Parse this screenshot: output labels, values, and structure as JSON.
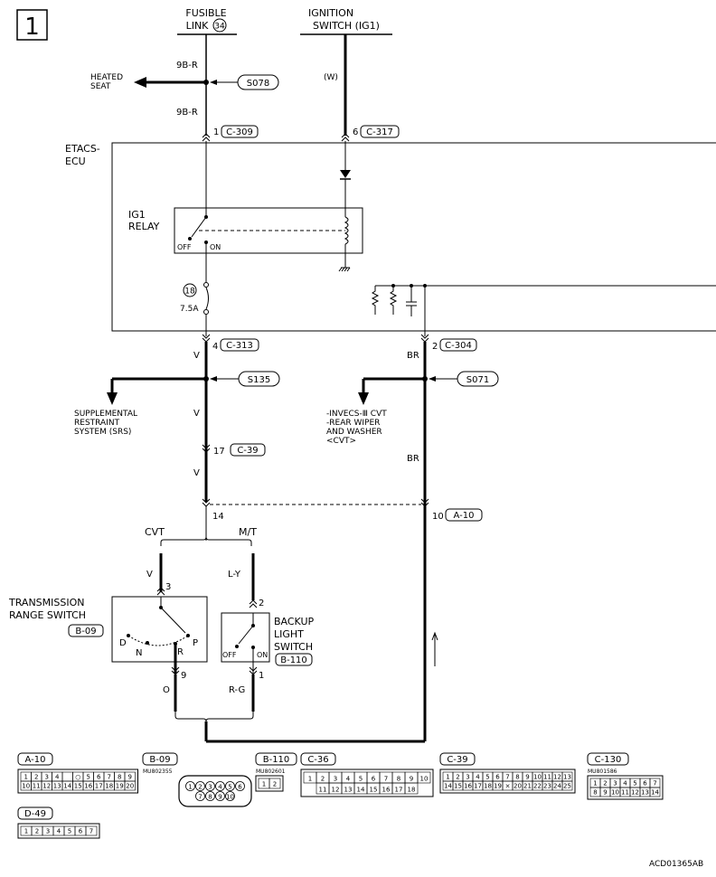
{
  "page_number": "1",
  "labels": {
    "fusible_link_line1": "FUSIBLE",
    "fusible_link_line2": "LINK",
    "fusible_link_num": "34",
    "ignition_line1": "IGNITION",
    "ignition_line2": "SWITCH (IG1)",
    "wire_9br_top": "9B-R",
    "wire_9br_bottom": "9B-R",
    "wire_w": "(W)",
    "heated_seat_line1": "HEATED",
    "heated_seat_line2": "SEAT",
    "splice_s078": "S078",
    "conn_c309_pin": "1",
    "conn_c309": "C-309",
    "conn_c317_pin": "6",
    "conn_c317": "C-317",
    "etacs_line1": "ETACS-",
    "etacs_line2": "ECU",
    "ig1_relay_line1": "IG1",
    "ig1_relay_line2": "RELAY",
    "relay_off": "OFF",
    "relay_on": "ON",
    "fuse_num": "18",
    "fuse_rating": "7.5A",
    "conn_c313_pin": "4",
    "conn_c313": "C-313",
    "conn_c304_pin": "2",
    "conn_c304": "C-304",
    "wire_v_1": "V",
    "wire_br_1": "BR",
    "splice_s135": "S135",
    "splice_s071": "S071",
    "srs_line1": "SUPPLEMENTAL",
    "srs_line2": "RESTRAINT",
    "srs_line3": "SYSTEM (SRS)",
    "invecs_line1": "-INVECS-Ⅲ CVT",
    "invecs_line2": "-REAR WIPER",
    "invecs_line3": "AND WASHER",
    "invecs_line4": "<CVT>",
    "wire_v_2": "V",
    "conn_c39_pin": "17",
    "conn_c39": "C-39",
    "wire_v_3": "V",
    "wire_br_2": "BR",
    "junction_pin14": "14",
    "conn_a10_pin": "10",
    "conn_a10": "A-10",
    "cvt": "CVT",
    "mt": "M/T",
    "wire_v_4": "V",
    "wire_ly": "L-Y",
    "trs_pin3": "3",
    "backup_pin2": "2",
    "trs_line1": "TRANSMISSION",
    "trs_line2": "RANGE SWITCH",
    "trs_conn": "B-09",
    "backup_line1": "BACKUP",
    "backup_line2": "LIGHT",
    "backup_line3": "SWITCH",
    "backup_conn": "B-110",
    "trs_d": "D",
    "trs_n": "N",
    "trs_r": "R",
    "trs_p": "P",
    "bl_off": "OFF",
    "bl_on": "ON",
    "trs_pin9": "9",
    "backup_pin1": "1",
    "wire_o": "O",
    "wire_rg": "R-G",
    "figure_code": "ACD01365AB"
  },
  "connectors": [
    {
      "id": "A-10",
      "part": "",
      "rows": [
        [
          "1",
          "2",
          "3",
          "4",
          "",
          "○",
          "5",
          "6",
          "7",
          "8",
          "9"
        ],
        [
          "10",
          "11",
          "12",
          "13",
          "14",
          "15",
          "16",
          "17",
          "18",
          "19",
          "20"
        ]
      ]
    },
    {
      "id": "B-09",
      "part": "MU802355",
      "rows": [
        [
          "1",
          "2",
          "3",
          "4",
          "5",
          "6"
        ],
        [
          "7",
          "8",
          "9",
          "10"
        ]
      ]
    },
    {
      "id": "B-110",
      "part": "MU802601",
      "rows": [
        [
          "1",
          "2"
        ]
      ]
    },
    {
      "id": "C-36",
      "part": "",
      "rows": [
        [
          "1",
          "2",
          "3",
          "4",
          "5",
          "6",
          "7",
          "8",
          "9",
          "10"
        ],
        [
          "11",
          "12",
          "13",
          "14",
          "15",
          "16",
          "17",
          "18"
        ]
      ]
    },
    {
      "id": "C-39",
      "part": "",
      "rows": [
        [
          "1",
          "2",
          "3",
          "4",
          "5",
          "6",
          "7",
          "8",
          "9",
          "10",
          "11",
          "12",
          "13"
        ],
        [
          "14",
          "15",
          "16",
          "17",
          "18",
          "19",
          "×",
          "20",
          "21",
          "22",
          "23",
          "24",
          "25"
        ]
      ]
    },
    {
      "id": "C-130",
      "part": "MU801586",
      "rows": [
        [
          "1",
          "2",
          "3",
          "4",
          "5",
          "6",
          "7"
        ],
        [
          "8",
          "9",
          "10",
          "11",
          "12",
          "13",
          "14"
        ]
      ]
    },
    {
      "id": "D-49",
      "part": "",
      "rows": [
        [
          "1",
          "2",
          "3",
          "4",
          "5",
          "6",
          "7"
        ]
      ]
    }
  ]
}
